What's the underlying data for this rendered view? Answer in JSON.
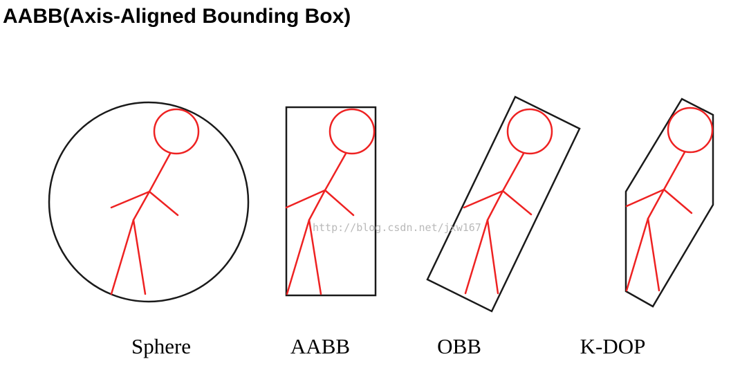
{
  "title": "AABB(Axis-Aligned Bounding Box)",
  "labels": {
    "sphere": "Sphere",
    "aabb": "AABB",
    "obb": "OBB",
    "kdop": "K-DOP"
  },
  "watermark": "http://blog.csdn.net/jxw167",
  "colors": {
    "figure": "#ee2222",
    "bounding_volume": "#1a1a1a",
    "watermark": "#b9b9b9"
  }
}
